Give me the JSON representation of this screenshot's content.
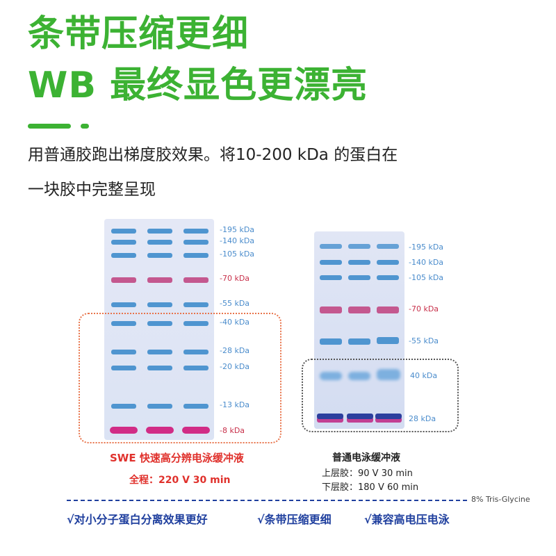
{
  "headline": {
    "line1": "条带压缩更细",
    "line2": "WB 最终显色更漂亮"
  },
  "intro": {
    "line1": "用普通胶跑出梯度胶效果。将10-200 kDa 的蛋白在",
    "line2": "一块胶中完整呈现"
  },
  "gel_swe": {
    "markers": [
      {
        "label": "-195 kDa",
        "color": "blue"
      },
      {
        "label": "-140 kDa",
        "color": "blue"
      },
      {
        "label": "-105 kDa",
        "color": "blue"
      },
      {
        "label": "-70 kDa",
        "color": "red"
      },
      {
        "label": "-55 kDa",
        "color": "blue"
      },
      {
        "label": "-40 kDa",
        "color": "blue"
      },
      {
        "label": "-28 kDa",
        "color": "blue"
      },
      {
        "label": "-20 kDa",
        "color": "blue"
      },
      {
        "label": "-13 kDa",
        "color": "blue"
      },
      {
        "label": "-8 kDa",
        "color": "red"
      }
    ],
    "caption": {
      "title": "SWE 快速高分辨电泳缓冲液",
      "condition": "全程：220 V   30 min"
    }
  },
  "gel_std": {
    "markers": [
      {
        "label": "-195 kDa",
        "color": "blue"
      },
      {
        "label": "-140 kDa",
        "color": "blue"
      },
      {
        "label": "-105 kDa",
        "color": "blue"
      },
      {
        "label": "-70 kDa",
        "color": "red"
      },
      {
        "label": "-55 kDa",
        "color": "blue"
      },
      {
        "label": "40 kDa",
        "color": "blue"
      },
      {
        "label": "28 kDa",
        "color": "blue"
      }
    ],
    "caption": {
      "title": "普通电泳缓冲液",
      "line1": "上层胶：90  V   30 min",
      "line2": "下层胶：180 V   60 min"
    }
  },
  "footer": {
    "gel_type": "8% Tris-Glycine",
    "features": [
      "√对小分子蛋白分离效果更好",
      "√条带压缩更细",
      "√兼容高电压电泳"
    ]
  },
  "colors": {
    "brand_green": "#3cb233",
    "caption_red": "#e0312c",
    "footer_blue": "#1f3f9e",
    "marker_blue": "#4a8ccc",
    "marker_red": "#c8304a"
  }
}
